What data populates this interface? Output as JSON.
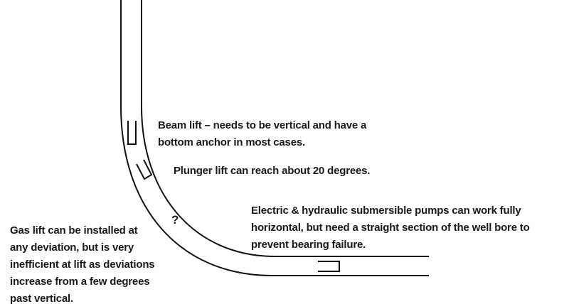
{
  "labels": {
    "beam_lift": [
      "Beam lift – needs to be vertical and have a",
      "bottom anchor in most cases."
    ],
    "plunger_lift": [
      "Plunger lift can reach about 20 degrees."
    ],
    "esp": [
      "Electric & hydraulic submersible pumps can work fully",
      "horizontal, but need a straight section of the well bore to",
      "prevent bearing failure."
    ],
    "gas_lift": [
      "Gas lift can be installed at",
      "any deviation, but is very",
      "inefficient at lift as deviations",
      "increase from a few degrees",
      "past vertical."
    ],
    "question_mark": "?"
  }
}
